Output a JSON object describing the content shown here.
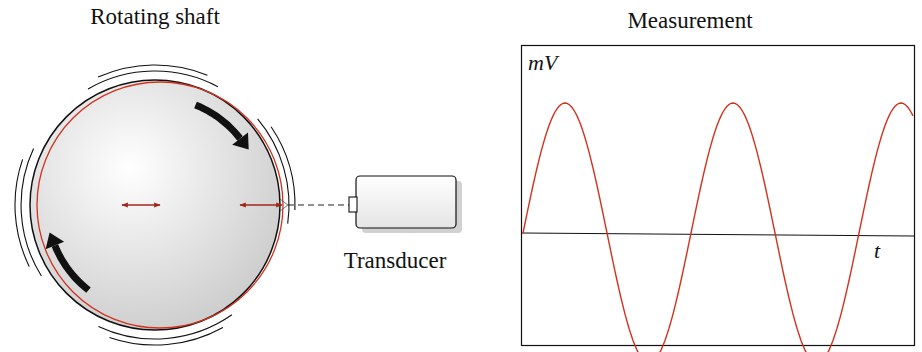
{
  "diagram": {
    "labels": [
      "Rotating shaft",
      "Transducer",
      "Measurement",
      "mV",
      "t"
    ]
  }
}
